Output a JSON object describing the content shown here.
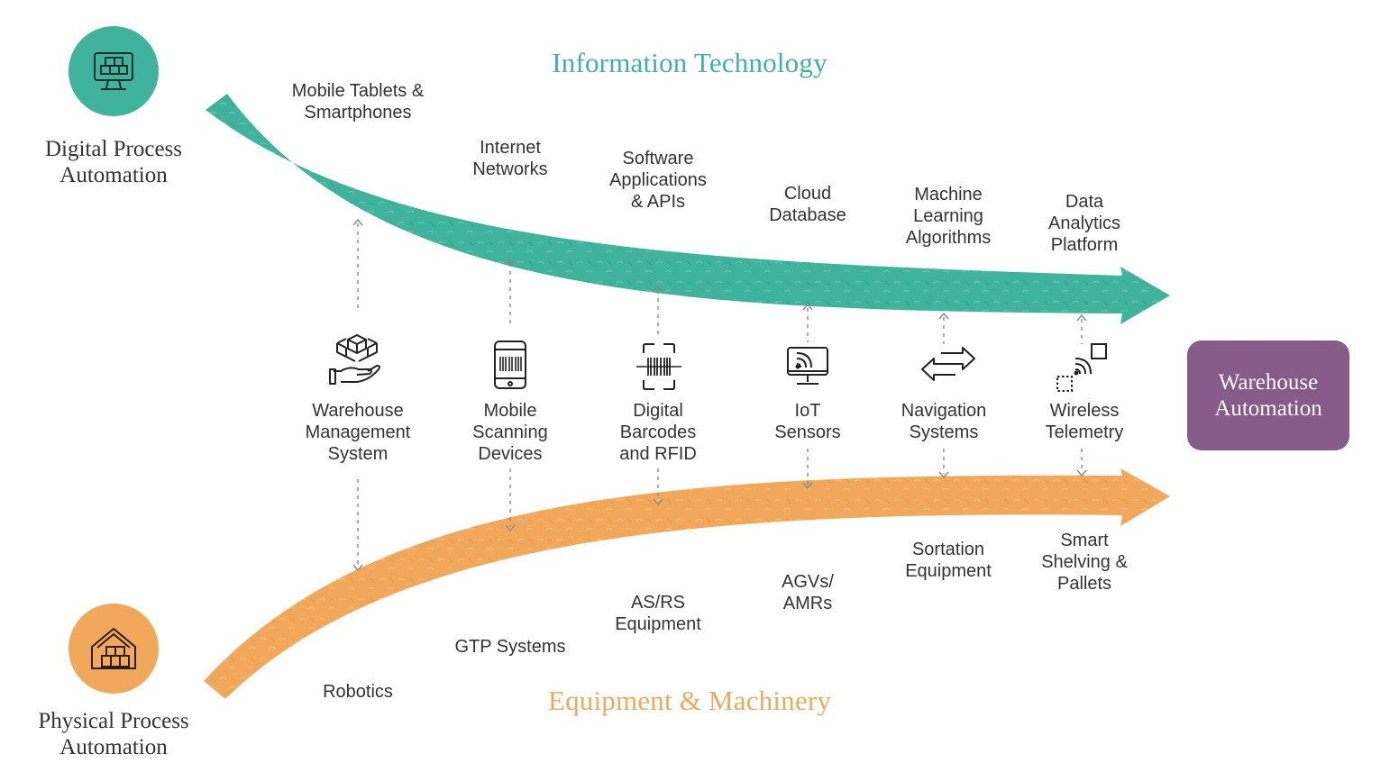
{
  "colors": {
    "teal": "#3fb39b",
    "orange": "#f2a85a",
    "purple": "#865a89",
    "text": "#333333",
    "line": "#8a8a8a"
  },
  "header": {
    "it_title": "Information Technology",
    "em_title": "Equipment & Machinery"
  },
  "digital": {
    "icon": "monitor-boxes-icon",
    "line1": "Digital Process",
    "line2": "Automation"
  },
  "physical": {
    "icon": "warehouse-boxes-icon",
    "line1": "Physical Process",
    "line2": "Automation"
  },
  "destination": {
    "line1": "Warehouse",
    "line2": "Automation"
  },
  "it_items": [
    {
      "lines": [
        "Mobile Tablets &",
        "Smartphones"
      ]
    },
    {
      "lines": [
        "Internet",
        "Networks"
      ]
    },
    {
      "lines": [
        "Software",
        "Applications",
        "& APIs"
      ]
    },
    {
      "lines": [
        "Cloud",
        "Database"
      ]
    },
    {
      "lines": [
        "Machine",
        "Learning",
        "Algorithms"
      ]
    },
    {
      "lines": [
        "Data",
        "Analytics",
        "Platform"
      ]
    }
  ],
  "middle_items": [
    {
      "icon": "cubes-hand-icon",
      "lines": [
        "Warehouse",
        "Management",
        "System"
      ]
    },
    {
      "icon": "mobile-scanner-icon",
      "lines": [
        "Mobile",
        "Scanning",
        "Devices"
      ]
    },
    {
      "icon": "barcode-scan-icon",
      "lines": [
        "Digital",
        "Barcodes",
        "and RFID"
      ]
    },
    {
      "icon": "iot-monitor-icon",
      "lines": [
        "IoT",
        "Sensors"
      ]
    },
    {
      "icon": "two-way-arrows-icon",
      "lines": [
        "Navigation",
        "Systems"
      ]
    },
    {
      "icon": "wireless-signal-icon",
      "lines": [
        "Wireless",
        "Telemetry"
      ]
    }
  ],
  "em_items": [
    {
      "lines": [
        "Robotics"
      ]
    },
    {
      "lines": [
        "GTP Systems"
      ]
    },
    {
      "lines": [
        "AS/RS",
        "Equipment"
      ]
    },
    {
      "lines": [
        "AGVs/",
        "AMRs"
      ]
    },
    {
      "lines": [
        "Sortation",
        "Equipment"
      ]
    },
    {
      "lines": [
        "Smart",
        "Shelving &",
        "Pallets"
      ]
    }
  ]
}
